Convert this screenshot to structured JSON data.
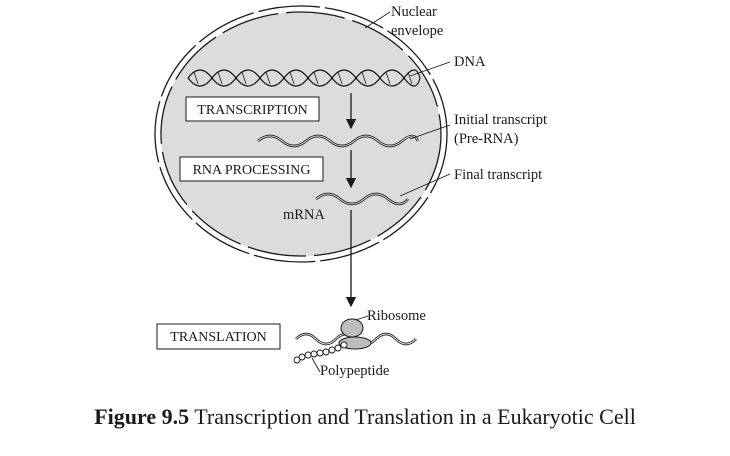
{
  "labels": {
    "nuclear_envelope": [
      "Nuclear",
      "envelope"
    ],
    "dna": "DNA",
    "initial_transcript": [
      "Initial transcript",
      "(Pre-RNA)"
    ],
    "final_transcript": "Final transcript",
    "mrna": "mRNA",
    "ribosome": "Ribosome",
    "polypeptide": "Polypeptide"
  },
  "steps": {
    "transcription": "TRANSCRIPTION",
    "rna_processing": "RNA PROCESSING",
    "translation": "TRANSLATION"
  },
  "caption": {
    "number": "Figure 9.5",
    "text": "Transcription and Translation in a Eukaryotic Cell"
  },
  "colors": {
    "nucleus_fill": "#dcdcdc",
    "ribosome_fill": "#bdbdbd",
    "line": "#1a1a1a"
  }
}
